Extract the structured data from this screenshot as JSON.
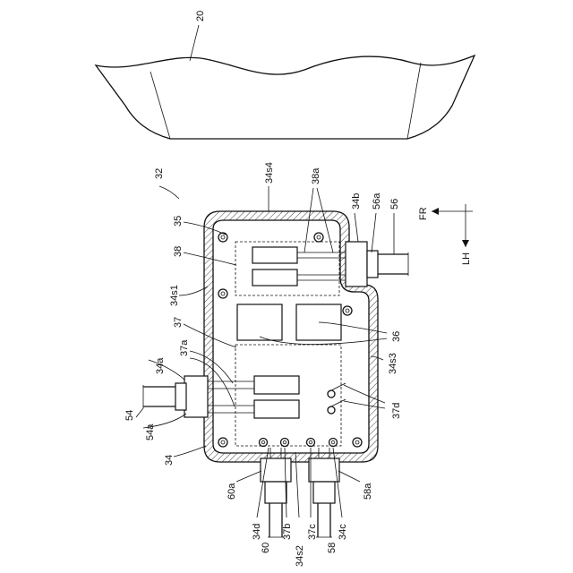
{
  "labels": {
    "l20": "20",
    "l32": "32",
    "l34s4": "34s4",
    "l38a": "38a",
    "l34b": "34b",
    "l56a": "56a",
    "l56": "56",
    "l35": "35",
    "l38": "38",
    "l34s1": "34s1",
    "l37": "37",
    "l37a": "37a",
    "l34a": "34a",
    "l54": "54",
    "l54a": "54a",
    "l34": "34",
    "l36": "36",
    "l34s3": "34s3",
    "l37d": "37d",
    "l60a": "60a",
    "l58a": "58a",
    "l34d": "34d",
    "l60": "60",
    "l37b": "37b",
    "l34s2": "34s2",
    "l37c": "37c",
    "l58": "58",
    "l34c": "34c",
    "fr": "FR",
    "lh": "LH"
  }
}
